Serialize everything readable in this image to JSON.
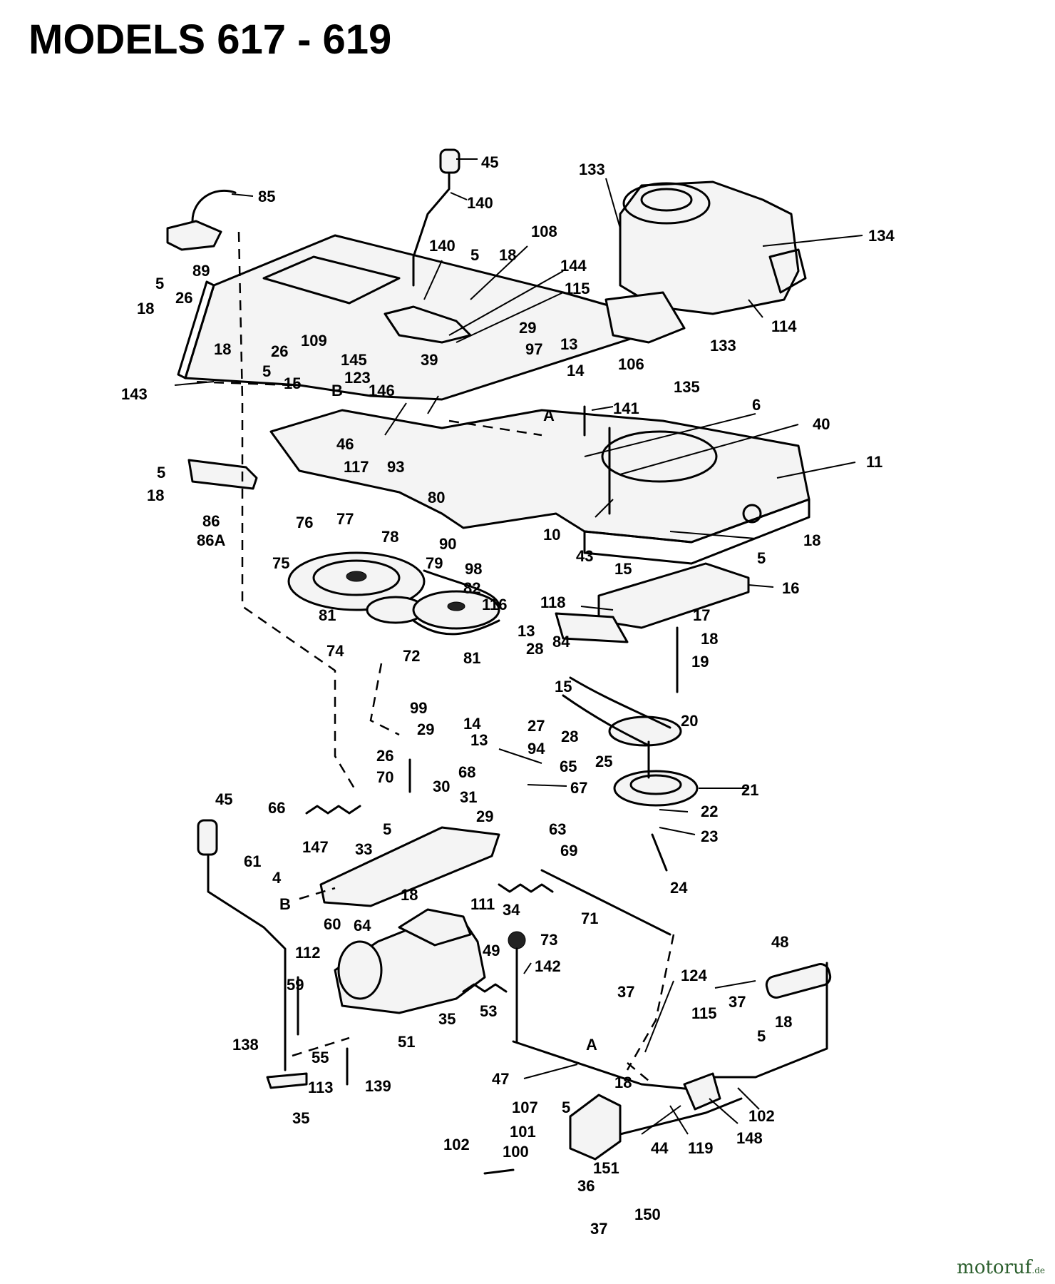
{
  "title": "MODELS 617 - 619",
  "watermark": {
    "name": "motoruf",
    "suffix": ".de"
  },
  "callouts": [
    {
      "id": "45a",
      "text": "45"
    },
    {
      "id": "140a",
      "text": "140"
    },
    {
      "id": "85",
      "text": "85"
    },
    {
      "id": "133a",
      "text": "133"
    },
    {
      "id": "134",
      "text": "134"
    },
    {
      "id": "140b",
      "text": "140"
    },
    {
      "id": "108",
      "text": "108"
    },
    {
      "id": "5a",
      "text": "5"
    },
    {
      "id": "18a",
      "text": "18"
    },
    {
      "id": "144",
      "text": "144"
    },
    {
      "id": "115a",
      "text": "115"
    },
    {
      "id": "114",
      "text": "114"
    },
    {
      "id": "89",
      "text": "89"
    },
    {
      "id": "5b",
      "text": "5"
    },
    {
      "id": "18b",
      "text": "18"
    },
    {
      "id": "26a",
      "text": "26"
    },
    {
      "id": "109",
      "text": "109"
    },
    {
      "id": "26b",
      "text": "26"
    },
    {
      "id": "145",
      "text": "145"
    },
    {
      "id": "123",
      "text": "123"
    },
    {
      "id": "39",
      "text": "39"
    },
    {
      "id": "29a",
      "text": "29"
    },
    {
      "id": "97",
      "text": "97"
    },
    {
      "id": "13a",
      "text": "13"
    },
    {
      "id": "14a",
      "text": "14"
    },
    {
      "id": "106",
      "text": "106"
    },
    {
      "id": "133b",
      "text": "133"
    },
    {
      "id": "135",
      "text": "135"
    },
    {
      "id": "18c",
      "text": "18"
    },
    {
      "id": "5c",
      "text": "5"
    },
    {
      "id": "143",
      "text": "143"
    },
    {
      "id": "15a",
      "text": "15"
    },
    {
      "id": "B1",
      "text": "B"
    },
    {
      "id": "146",
      "text": "146"
    },
    {
      "id": "141",
      "text": "141"
    },
    {
      "id": "6",
      "text": "6"
    },
    {
      "id": "40",
      "text": "40"
    },
    {
      "id": "A1",
      "text": "A"
    },
    {
      "id": "46",
      "text": "46"
    },
    {
      "id": "117",
      "text": "117"
    },
    {
      "id": "93",
      "text": "93"
    },
    {
      "id": "11",
      "text": "11"
    },
    {
      "id": "5d",
      "text": "5"
    },
    {
      "id": "18d",
      "text": "18"
    },
    {
      "id": "86",
      "text": "86"
    },
    {
      "id": "86A",
      "text": "86A"
    },
    {
      "id": "80",
      "text": "80"
    },
    {
      "id": "76",
      "text": "76"
    },
    {
      "id": "77",
      "text": "77"
    },
    {
      "id": "78",
      "text": "78"
    },
    {
      "id": "90",
      "text": "90"
    },
    {
      "id": "10",
      "text": "10"
    },
    {
      "id": "18e",
      "text": "18"
    },
    {
      "id": "75",
      "text": "75"
    },
    {
      "id": "79",
      "text": "79"
    },
    {
      "id": "98",
      "text": "98"
    },
    {
      "id": "43",
      "text": "43"
    },
    {
      "id": "15b",
      "text": "15"
    },
    {
      "id": "5e",
      "text": "5"
    },
    {
      "id": "82",
      "text": "82"
    },
    {
      "id": "16",
      "text": "16"
    },
    {
      "id": "81a",
      "text": "81"
    },
    {
      "id": "116",
      "text": "116"
    },
    {
      "id": "118",
      "text": "118"
    },
    {
      "id": "17",
      "text": "17"
    },
    {
      "id": "74",
      "text": "74"
    },
    {
      "id": "13b",
      "text": "13"
    },
    {
      "id": "18f",
      "text": "18"
    },
    {
      "id": "72",
      "text": "72"
    },
    {
      "id": "81b",
      "text": "81"
    },
    {
      "id": "28a",
      "text": "28"
    },
    {
      "id": "84",
      "text": "84"
    },
    {
      "id": "19",
      "text": "19"
    },
    {
      "id": "15c",
      "text": "15"
    },
    {
      "id": "99",
      "text": "99"
    },
    {
      "id": "29b",
      "text": "29"
    },
    {
      "id": "27",
      "text": "27"
    },
    {
      "id": "14b",
      "text": "14"
    },
    {
      "id": "28b",
      "text": "28"
    },
    {
      "id": "20",
      "text": "20"
    },
    {
      "id": "13c",
      "text": "13"
    },
    {
      "id": "94",
      "text": "94"
    },
    {
      "id": "25",
      "text": "25"
    },
    {
      "id": "26c",
      "text": "26"
    },
    {
      "id": "68",
      "text": "68"
    },
    {
      "id": "65",
      "text": "65"
    },
    {
      "id": "70",
      "text": "70"
    },
    {
      "id": "30",
      "text": "30"
    },
    {
      "id": "67",
      "text": "67"
    },
    {
      "id": "21",
      "text": "21"
    },
    {
      "id": "45b",
      "text": "45"
    },
    {
      "id": "66",
      "text": "66"
    },
    {
      "id": "31",
      "text": "31"
    },
    {
      "id": "29c",
      "text": "29"
    },
    {
      "id": "22",
      "text": "22"
    },
    {
      "id": "5f",
      "text": "5"
    },
    {
      "id": "63",
      "text": "63"
    },
    {
      "id": "23",
      "text": "23"
    },
    {
      "id": "147",
      "text": "147"
    },
    {
      "id": "33",
      "text": "33"
    },
    {
      "id": "69",
      "text": "69"
    },
    {
      "id": "61",
      "text": "61"
    },
    {
      "id": "4",
      "text": "4"
    },
    {
      "id": "24",
      "text": "24"
    },
    {
      "id": "B2",
      "text": "B"
    },
    {
      "id": "18g",
      "text": "18"
    },
    {
      "id": "111",
      "text": "111"
    },
    {
      "id": "34",
      "text": "34"
    },
    {
      "id": "71",
      "text": "71"
    },
    {
      "id": "64",
      "text": "64"
    },
    {
      "id": "60",
      "text": "60"
    },
    {
      "id": "73",
      "text": "73"
    },
    {
      "id": "49",
      "text": "49"
    },
    {
      "id": "112",
      "text": "112"
    },
    {
      "id": "142",
      "text": "142"
    },
    {
      "id": "48",
      "text": "48"
    },
    {
      "id": "124",
      "text": "124"
    },
    {
      "id": "59",
      "text": "59"
    },
    {
      "id": "35a",
      "text": "35"
    },
    {
      "id": "53",
      "text": "53"
    },
    {
      "id": "37a",
      "text": "37"
    },
    {
      "id": "115b",
      "text": "115"
    },
    {
      "id": "37b",
      "text": "37"
    },
    {
      "id": "51",
      "text": "51"
    },
    {
      "id": "5g",
      "text": "5"
    },
    {
      "id": "18h",
      "text": "18"
    },
    {
      "id": "138",
      "text": "138"
    },
    {
      "id": "A2",
      "text": "A"
    },
    {
      "id": "55",
      "text": "55"
    },
    {
      "id": "139",
      "text": "139"
    },
    {
      "id": "113",
      "text": "113"
    },
    {
      "id": "47",
      "text": "47"
    },
    {
      "id": "18i",
      "text": "18"
    },
    {
      "id": "102a",
      "text": "102"
    },
    {
      "id": "35b",
      "text": "35"
    },
    {
      "id": "107",
      "text": "107"
    },
    {
      "id": "5h",
      "text": "5"
    },
    {
      "id": "101",
      "text": "101"
    },
    {
      "id": "44",
      "text": "44"
    },
    {
      "id": "119",
      "text": "119"
    },
    {
      "id": "148",
      "text": "148"
    },
    {
      "id": "102b",
      "text": "102"
    },
    {
      "id": "100",
      "text": "100"
    },
    {
      "id": "151",
      "text": "151"
    },
    {
      "id": "36",
      "text": "36"
    },
    {
      "id": "150",
      "text": "150"
    },
    {
      "id": "37c",
      "text": "37"
    }
  ]
}
